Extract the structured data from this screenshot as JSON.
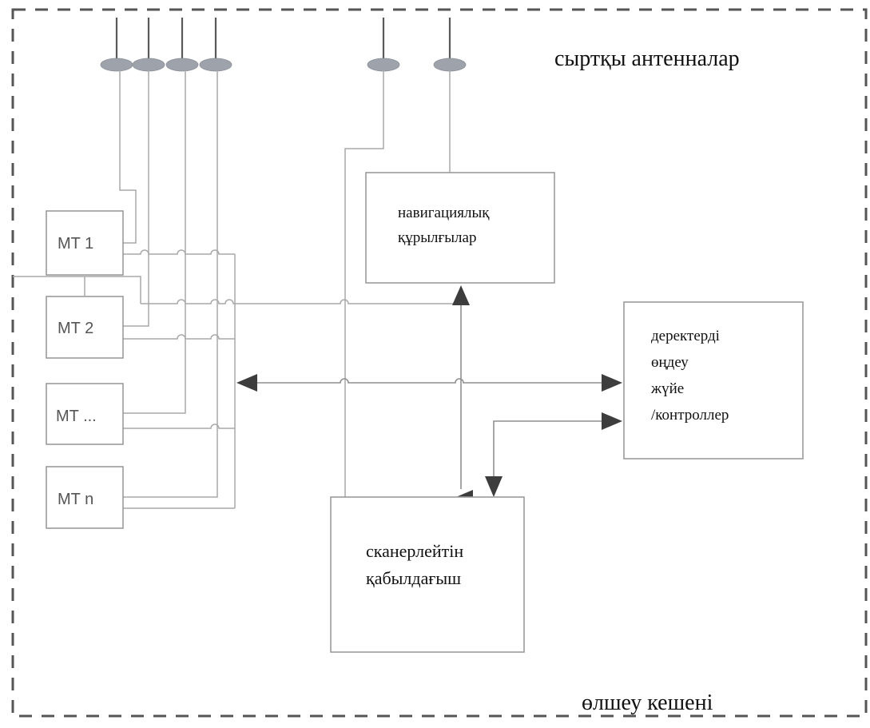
{
  "labels": {
    "external_antennas": "сыртқы антенналар",
    "complex": "өлшеу кешені"
  },
  "modules": {
    "mt1": "MT 1",
    "mt2": "MT 2",
    "mt_more": "MT ...",
    "mtn": "MT n"
  },
  "navigation": {
    "line1": "навигациялық",
    "line2": "құрылғылар"
  },
  "processing": {
    "line1": "деректерді",
    "line2": "өңдеу",
    "line3": "жүйе",
    "line4": "/контроллер"
  },
  "receiver": {
    "line1": "сканерлейтін",
    "line2": "қабылдағыш"
  },
  "colors": {
    "frame": "#555555",
    "lines": "#a9a9a9",
    "antenna_base": "#9ea3ab",
    "arrow": "#3d3d3d"
  }
}
